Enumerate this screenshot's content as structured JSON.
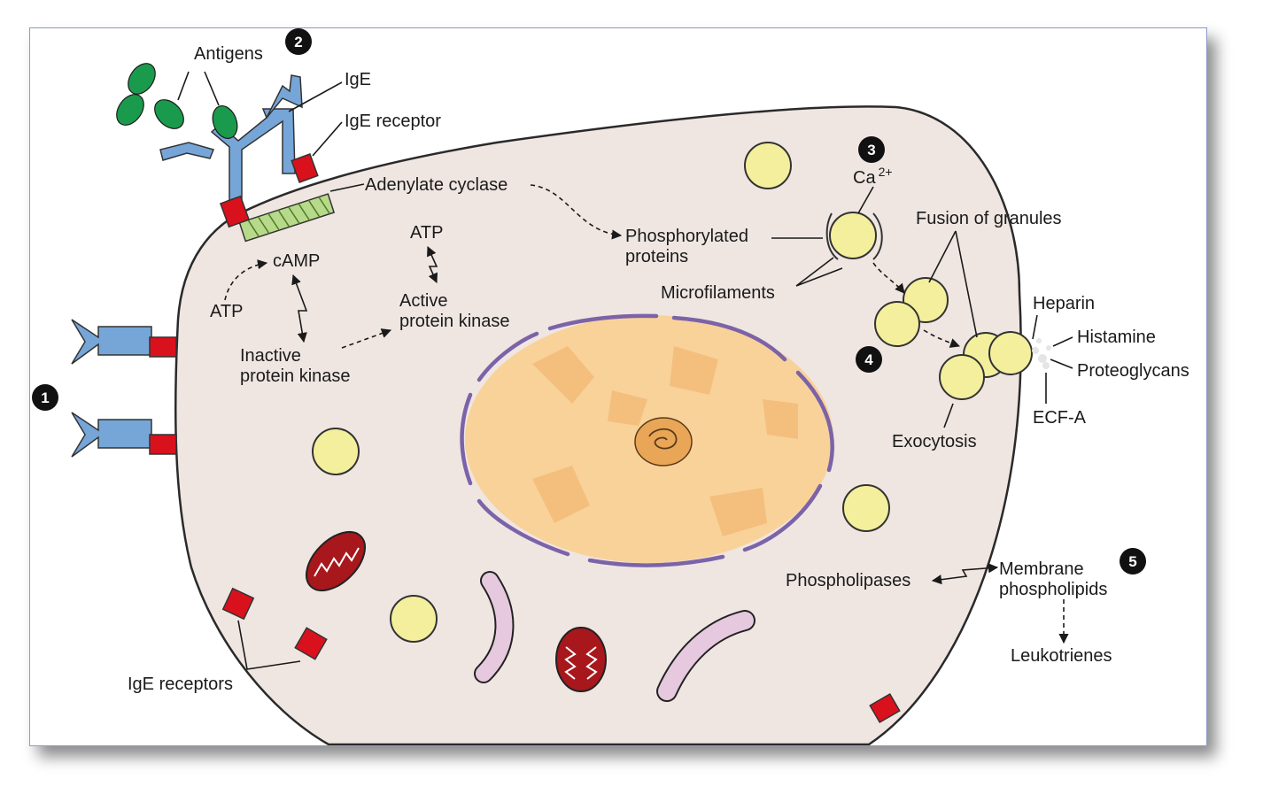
{
  "labels": {
    "antigens": "Antigens",
    "ige": "IgE",
    "ige_receptor": "IgE receptor",
    "adenylate_cyclase": "Adenylate cyclase",
    "atp_left": "ATP",
    "camp": "cAMP",
    "inactive_pk_1": "Inactive",
    "inactive_pk_2": "protein kinase",
    "atp_mid": "ATP",
    "active_pk_1": "Active",
    "active_pk_2": "protein kinase",
    "phospho_1": "Phosphorylated",
    "phospho_2": "proteins",
    "microfilaments": "Microfilaments",
    "ca": "Ca",
    "ca_sup": "2+",
    "fusion": "Fusion of granules",
    "heparin": "Heparin",
    "histamine": "Histamine",
    "proteoglycans": "Proteoglycans",
    "ecfa": "ECF-A",
    "exocytosis": "Exocytosis",
    "phospholipases": "Phospholipases",
    "membrane_phospho_1": "Membrane",
    "membrane_phospho_2": "phospholipids",
    "leukotrienes": "Leukotrienes",
    "ige_receptors": "IgE receptors"
  },
  "badges": [
    "1",
    "2",
    "3",
    "4",
    "5"
  ],
  "colors": {
    "cell_fill": "#efe6e2",
    "nucleus_fill": "#f9d29a",
    "nuclear_envelope": "#7c63a8",
    "granule": "#f3ef9d",
    "ige": "#76a6d8",
    "receptor": "#d9111d",
    "antigen": "#1a9a4c",
    "adenylate_cyclase": "#b7d98a",
    "mitochondrion": "#a8171c",
    "microtubule": "#e6c9de"
  }
}
